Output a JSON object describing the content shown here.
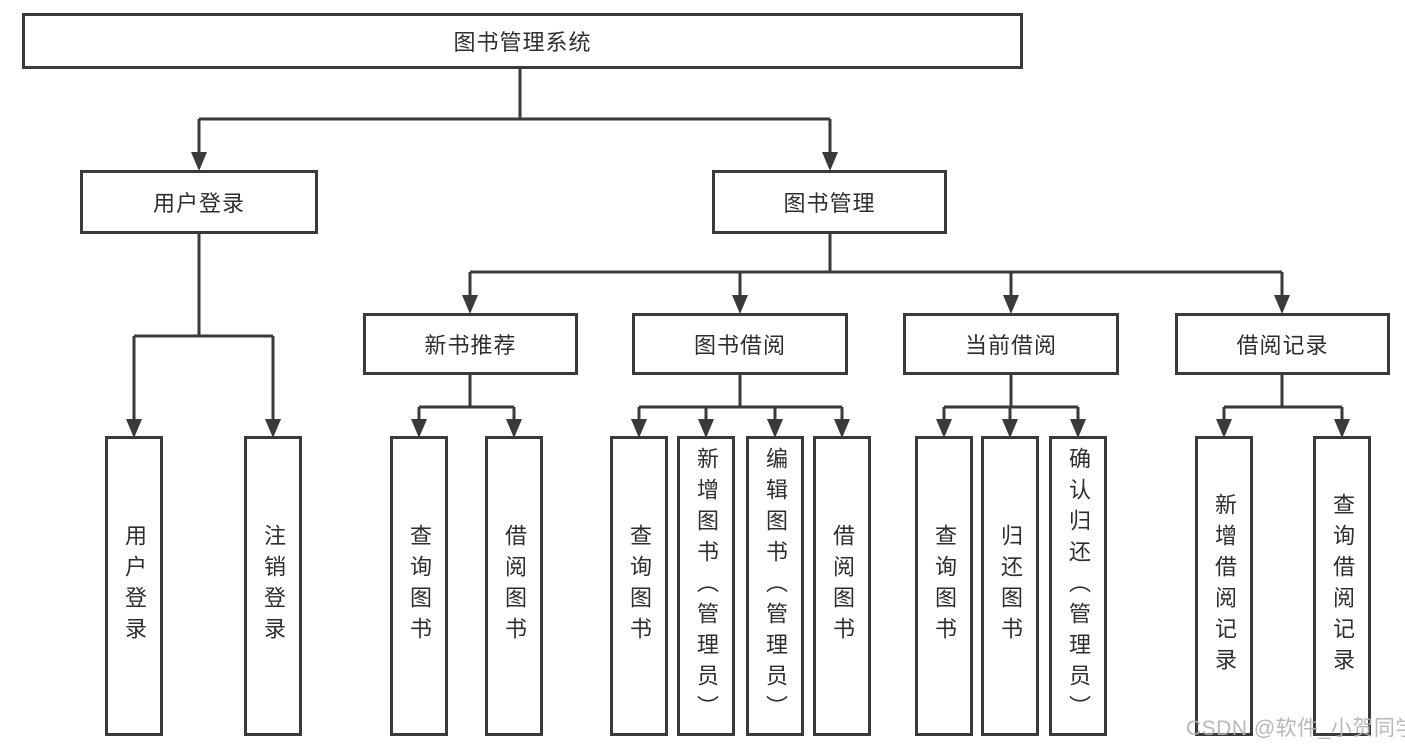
{
  "colors": {
    "line": "#3a3a3a",
    "box_border": "#3a3a3a",
    "text": "#2e2e2e",
    "watermark": "#b2b2b2"
  },
  "watermark": {
    "text": "CSDN @软件_小贺同学"
  },
  "tree": {
    "root": {
      "label": "图书管理系统",
      "children": [
        {
          "label": "用户登录",
          "children": [
            {
              "label": "用户登录"
            },
            {
              "label": "注销登录"
            }
          ]
        },
        {
          "label": "图书管理",
          "children": [
            {
              "label": "新书推荐",
              "children": [
                {
                  "label": "查询图书"
                },
                {
                  "label": "借阅图书"
                }
              ]
            },
            {
              "label": "图书借阅",
              "children": [
                {
                  "label": "查询图书"
                },
                {
                  "label": "新增图书（管理员）"
                },
                {
                  "label": "编辑图书（管理员）"
                },
                {
                  "label": "借阅图书"
                }
              ]
            },
            {
              "label": "当前借阅",
              "children": [
                {
                  "label": "查询图书"
                },
                {
                  "label": "归还图书"
                },
                {
                  "label": "确认归还（管理员）"
                }
              ]
            },
            {
              "label": "借阅记录",
              "children": [
                {
                  "label": "新增借阅记录"
                },
                {
                  "label": "查询借阅记录"
                }
              ]
            }
          ]
        }
      ]
    }
  }
}
